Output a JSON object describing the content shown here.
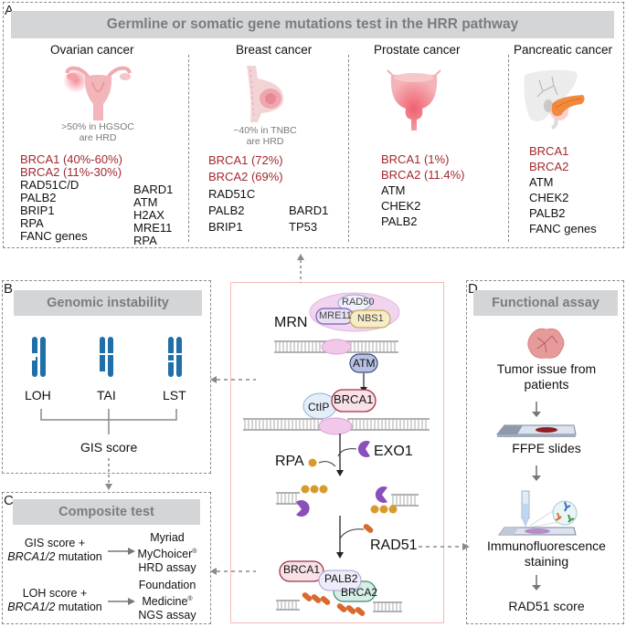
{
  "panelA": {
    "letter": "A",
    "header": "Germline or somatic gene mutations test in the HRR pathway",
    "columns": [
      {
        "title": "Ovarian cancer",
        "icon": "uterus-icon",
        "note_line1": ">50% in HGSOC",
        "note_line2": "are HRD",
        "red_genes": [
          "BRCA1 (40%-60%)",
          "BRCA2 (11%-30%)"
        ],
        "genes_left": [
          "RAD51C/D",
          "PALB2",
          "BRIP1",
          "RPA",
          "FANC genes"
        ],
        "genes_right": [
          "BARD1",
          "ATM",
          "H2AX",
          "MRE11",
          "RPA"
        ]
      },
      {
        "title": "Breast cancer",
        "icon": "breast-icon",
        "note_line1": "~40% in TNBC",
        "note_line2": "are HRD",
        "red_genes": [
          "BRCA1 (72%)",
          "BRCA2 (69%)"
        ],
        "genes_left": [
          "RAD51C",
          "PALB2",
          "BRIP1"
        ],
        "genes_right": [
          "BARD1",
          "TP53"
        ]
      },
      {
        "title": "Prostate cancer",
        "icon": "prostate-icon",
        "red_genes": [
          "BRCA1 (1%)",
          "BRCA2 (11.4%)"
        ],
        "genes_left": [
          "ATM",
          "CHEK2",
          "PALB2"
        ]
      },
      {
        "title": "Pancreatic cancer",
        "icon": "pancreas-icon",
        "red_genes": [
          "BRCA1",
          "BRCA2"
        ],
        "genes_left": [
          "ATM",
          "CHEK2",
          "PALB2",
          "FANC genes"
        ]
      }
    ]
  },
  "panelB": {
    "letter": "B",
    "header": "Genomic instability",
    "items": [
      "LOH",
      "TAI",
      "LST"
    ],
    "score": "GIS score"
  },
  "panelC": {
    "letter": "C",
    "header": "Composite test",
    "rows": [
      {
        "input_line1": "GIS score +",
        "input_gene": "BRCA1/2",
        "input_suffix": " mutation",
        "out_line1": "Myriad",
        "out_line2": "MyChoicer",
        "out_line3": "HRD assay"
      },
      {
        "input_line1": "LOH score +",
        "input_gene": "BRCA1/2",
        "input_suffix": " mutation",
        "out_line1": "Foundation",
        "out_line2": "Medicine",
        "out_line3": "NGS assay"
      }
    ],
    "registered": "®"
  },
  "pathway": {
    "mrn": "MRN",
    "rad50": "RAD50",
    "mre11": "MRE11",
    "nbs1": "NBS1",
    "atm": "ATM",
    "ctip": "CtIP",
    "brca1": "BRCA1",
    "rpa": "RPA",
    "exo1": "EXO1",
    "rad51": "RAD51",
    "brca1_b": "BRCA1",
    "palb2": "PALB2",
    "brca2": "BRCA2"
  },
  "panelD": {
    "letter": "D",
    "header": "Functional assay",
    "steps": [
      "Tumor issue from",
      "patients",
      "FFPE slides",
      "Immunofluorescence",
      "staining",
      "RAD51 score"
    ]
  },
  "colors": {
    "red_gene": "#a3292e",
    "header_bg": "#d4d5d7",
    "header_text": "#7b7c7f",
    "chromosome": "#1f6fa8",
    "pathway_border": "#f2b9b9",
    "exo1": "#8a4fb8",
    "rpa": "#d89b2b",
    "rad51": "#d86a2e"
  }
}
